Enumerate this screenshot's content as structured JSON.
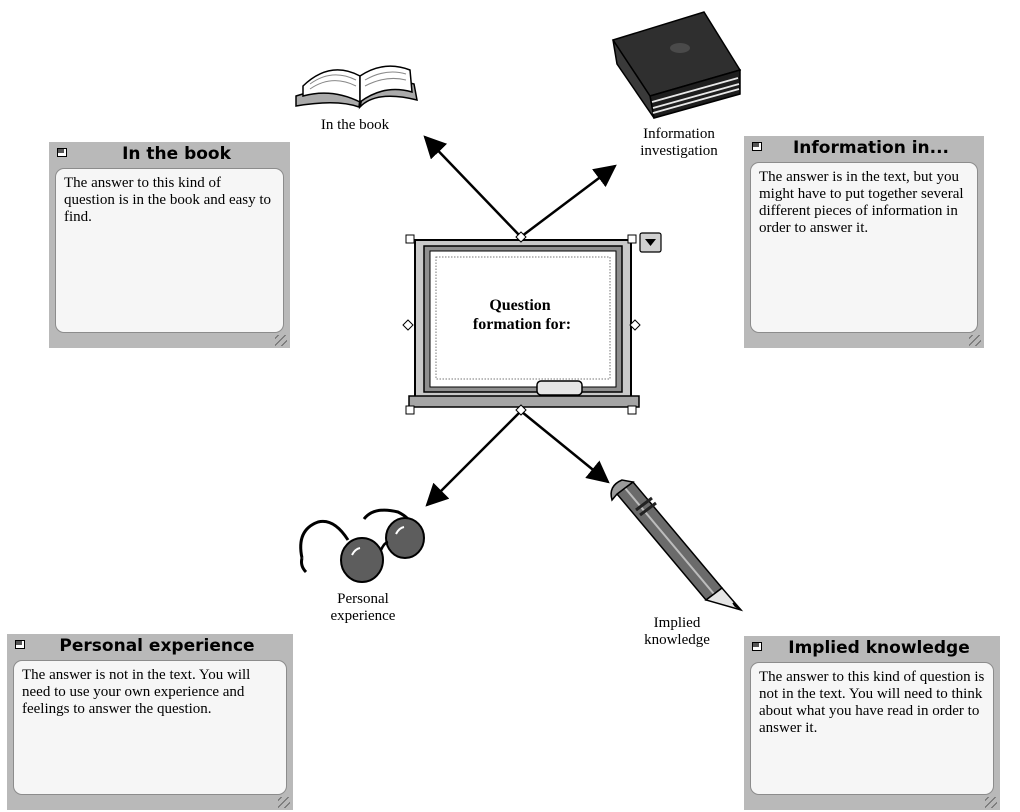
{
  "center": {
    "title": "Question\nformation for:"
  },
  "nodes": [
    {
      "id": "in-the-book",
      "label": "In the book",
      "icon": "open-book-icon"
    },
    {
      "id": "information-investigation",
      "label": "Information\ninvestigation",
      "icon": "closed-book-icon"
    },
    {
      "id": "personal-experience",
      "label": "Personal\nexperience",
      "icon": "eyeglasses-icon"
    },
    {
      "id": "implied-knowledge",
      "label": "Implied\nknowledge",
      "icon": "pencil-icon"
    }
  ],
  "notes": [
    {
      "id": "in-the-book",
      "title": "In the book",
      "text": "The answer to this kind of question is in the book and easy to find."
    },
    {
      "id": "information",
      "title": "Information in...",
      "text": "The answer is in the text, but you might have to put together several different pieces of information in order to answer it."
    },
    {
      "id": "personal-experience",
      "title": "Personal experience",
      "text": "The answer is not in the text. You will need to use your own experience and feelings to answer the question."
    },
    {
      "id": "implied-knowledge",
      "title": "Implied knowledge",
      "text": "The answer to this kind of question is not in the text. You will need to think about what you have read in order to answer it."
    }
  ]
}
